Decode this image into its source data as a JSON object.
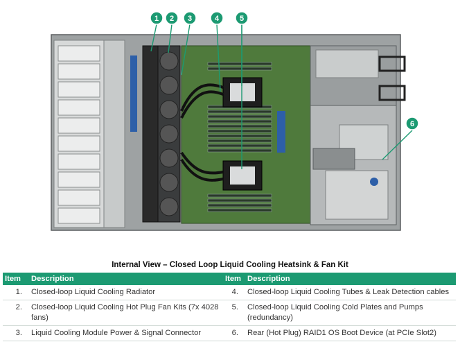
{
  "callouts": [
    "1",
    "2",
    "3",
    "4",
    "5",
    "6"
  ],
  "caption": "Internal View – Closed Loop Liquid Cooling Heatsink & Fan Kit",
  "table": {
    "headers": {
      "item": "Item",
      "description": "Description"
    },
    "rows": [
      {
        "left": {
          "num": "1.",
          "desc": "Closed-loop Liquid Cooling Radiator"
        },
        "right": {
          "num": "4.",
          "desc": "Closed-loop Liquid Cooling Tubes & Leak Detection cables"
        }
      },
      {
        "left": {
          "num": "2.",
          "desc": "Closed-loop Liquid Cooling Hot Plug Fan Kits (7x 4028 fans)"
        },
        "right": {
          "num": "5.",
          "desc": "Closed-loop Liquid Cooling Cold Plates and Pumps (redundancy)"
        }
      },
      {
        "left": {
          "num": "3.",
          "desc": "Liquid Cooling Module Power & Signal Connector"
        },
        "right": {
          "num": "6.",
          "desc": "Rear (Hot Plug) RAID1 OS Boot Device (at PCIe Slot2)"
        }
      }
    ]
  },
  "colors": {
    "accent": "#1c9a72"
  }
}
